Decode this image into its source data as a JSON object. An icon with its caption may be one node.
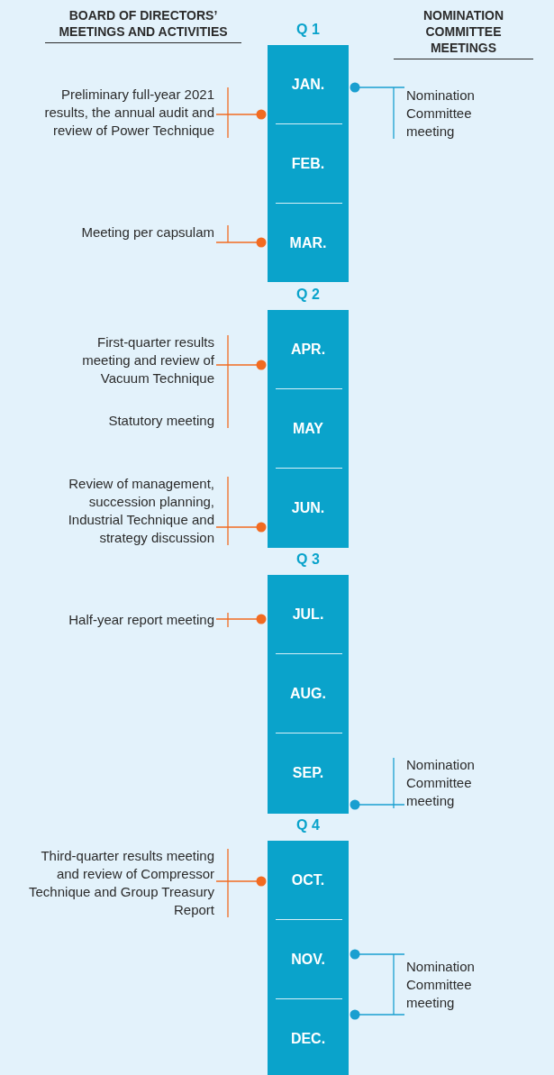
{
  "diagram": {
    "nodes": [
      {
        "text": [
          "Q 1"
        ]
      },
      {
        "text": [
          "JAN."
        ],
        "in": 0
      },
      {
        "text": [
          "FEB."
        ],
        "in": 0
      },
      {
        "text": [
          "MAR."
        ],
        "in": 0
      },
      {
        "text": [
          "Q 2"
        ]
      },
      {
        "text": [
          "APR."
        ],
        "in": 4
      },
      {
        "text": [
          "MAY"
        ],
        "in": 4
      },
      {
        "text": [
          "JUN."
        ],
        "in": 4
      },
      {
        "text": [
          "Q 3"
        ]
      },
      {
        "text": [
          "JUL."
        ],
        "in": 8
      },
      {
        "text": [
          "AUG."
        ],
        "in": 8
      },
      {
        "text": [
          "SEP."
        ],
        "in": 8
      },
      {
        "text": [
          "Q 4"
        ]
      },
      {
        "text": [
          "OCT."
        ],
        "in": 12
      },
      {
        "text": [
          "NOV."
        ],
        "in": 12
      },
      {
        "text": [
          "DEC."
        ],
        "in": 12
      },
      {
        "text": [
          "Preliminary full-year 2021 results, the annual audit and review of Power Technique"
        ]
      },
      {
        "text": [
          "Meeting per capsulam"
        ]
      },
      {
        "text": [
          "First-quarter results meeting and review of Vacuum Technique",
          "Statutory meeting"
        ]
      },
      {
        "text": [
          "Review of management, succession planning, Industrial Technique and strategy discussion"
        ]
      },
      {
        "text": [
          "Half-year report meeting"
        ]
      },
      {
        "text": [
          "Third-quarter results meeting and review of Compressor Technique and Group Treasury Report"
        ]
      },
      {
        "text": [
          "Nomination Committee meeting"
        ]
      },
      {
        "text": [
          "Nomination Committee meeting"
        ]
      },
      {
        "text": [
          "Nomination Committee meeting"
        ]
      }
    ],
    "edges": [
      {
        "from": 16,
        "to": 1,
        "arrow": "other"
      },
      {
        "from": 17,
        "to": 3,
        "arrow": "other"
      },
      {
        "from": 18,
        "to": 5,
        "arrow": "other"
      },
      {
        "from": 19,
        "to": 7,
        "arrow": "other"
      },
      {
        "from": 20,
        "to": 9,
        "arrow": "other"
      },
      {
        "from": 21,
        "to": 13,
        "arrow": "other"
      },
      {
        "from": 22,
        "to": 1,
        "arrow": "other",
        "color": "#1a9fd0"
      },
      {
        "from": 23,
        "to": 11,
        "arrow": "other",
        "color": "#1a9fd0"
      },
      {
        "from": 24,
        "to": 14,
        "arrow": "other",
        "color": "#1a9fd0"
      },
      {
        "from": 24,
        "to": 15,
        "arrow": "other",
        "color": "#1a9fd0"
      }
    ],
    "labels": [
      "BOARD OF DIRECTORS’ MEETINGS AND ACTIVITIES",
      "NOMINATION COMMITTEE MEETINGS"
    ]
  }
}
